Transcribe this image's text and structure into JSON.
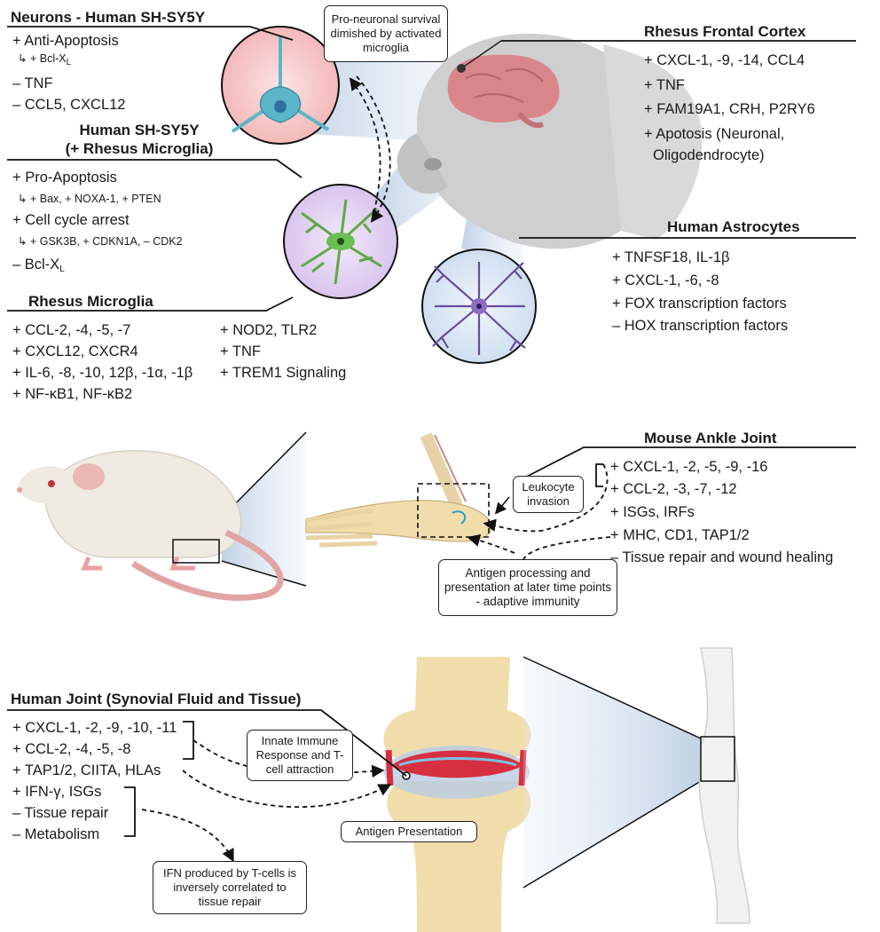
{
  "colors": {
    "neuron_bg": "#f7c9c9",
    "neuron_cell": "#5bb6c9",
    "microglia_bg": "#e3d4f2",
    "microglia_cell": "#5fa846",
    "astro_bg": "#dce8f4",
    "astro_cell": "#6a4c9c",
    "brain": "#d9868a",
    "primate": "#cfcfcf",
    "bone": "#f1dcac",
    "inflamed": "#d63040",
    "skin": "#f1f1f1",
    "mouse_body": "#efeae2",
    "tail": "#e2a3a3",
    "beam": "#c9d8ea"
  },
  "icons": [
    "neuron-icon",
    "microglia-icon",
    "astrocyte-icon",
    "primate-head-icon",
    "brain-icon",
    "mouse-icon",
    "ankle-bones-icon",
    "knee-joint-icon",
    "human-leg-icon"
  ],
  "neurons": {
    "title": "Neurons - Human SH-SY5Y",
    "items": [
      "+ Anti-Apoptosis",
      "– TNF",
      "– CCL5, CXCL12"
    ],
    "sub_prefix": "+ Bcl-X",
    "sub_subscript": "L"
  },
  "callout_top": "Pro-neuronal survival dimished by activated microglia",
  "coculture": {
    "title_line1": "Human SH-SY5Y",
    "title_line2": "(+ Rhesus Microglia)",
    "item1": "+ Pro-Apoptosis",
    "item1_sub": "+ Bax, + NOXA-1, + PTEN",
    "item2": "+ Cell cycle arrest",
    "item2_sub": "+ GSK3B, + CDKN1A, – CDK2",
    "item3_prefix": "– Bcl-X",
    "item3_subscript": "L"
  },
  "microglia": {
    "title": "Rhesus Microglia",
    "col1": [
      "+ CCL-2, -4, -5, -7",
      "+ CXCL12, CXCR4",
      "+ IL-6, -8, -10, 12β, -1α, -1β",
      "+ NF-κB1, NF-κB2"
    ],
    "col2": [
      "+ NOD2, TLR2",
      "+ TNF",
      "+ TREM1 Signaling"
    ]
  },
  "rhesus_cortex": {
    "title": "Rhesus Frontal Cortex",
    "items": [
      "+ CXCL-1, -9, -14, CCL4",
      "+ TNF",
      "+ FAM19A1, CRH, P2RY6",
      "+ Apotosis (Neuronal,",
      "Oligodendrocyte)"
    ]
  },
  "astrocytes": {
    "title": "Human Astrocytes",
    "items": [
      "+ TNFSF18, IL-1β",
      "+ CXCL-1, -6, -8",
      "+ FOX transcription factors",
      "– HOX transcription factors"
    ]
  },
  "mouse": {
    "title": "Mouse Ankle Joint",
    "items": [
      "+ CXCL-1, -2, -5, -9, -16",
      "+ CCL-2, -3, -7, -12",
      "+ ISGs, IRFs",
      "+ MHC, CD1, TAP1/2",
      "– Tissue repair and wound healing"
    ],
    "callout_leukocyte": "Leukocyte invasion",
    "callout_antigen": "Antigen processing and presentation at later time points - adaptive immunity"
  },
  "human_joint": {
    "title": "Human Joint (Synovial Fluid and Tissue)",
    "items": [
      "+ CXCL-1, -2, -9, -10, -11",
      "+ CCL-2, -4, -5, -8",
      "+ TAP1/2, CIITA, HLAs",
      "+ IFN-γ, ISGs",
      "– Tissue repair",
      "– Metabolism"
    ],
    "callout_innate": "Innate Immune Response and T-cell attraction",
    "callout_antigen": "Antigen Presentation",
    "callout_ifn": "IFN produced by T-cells is inversely correlated to tissue repair"
  }
}
